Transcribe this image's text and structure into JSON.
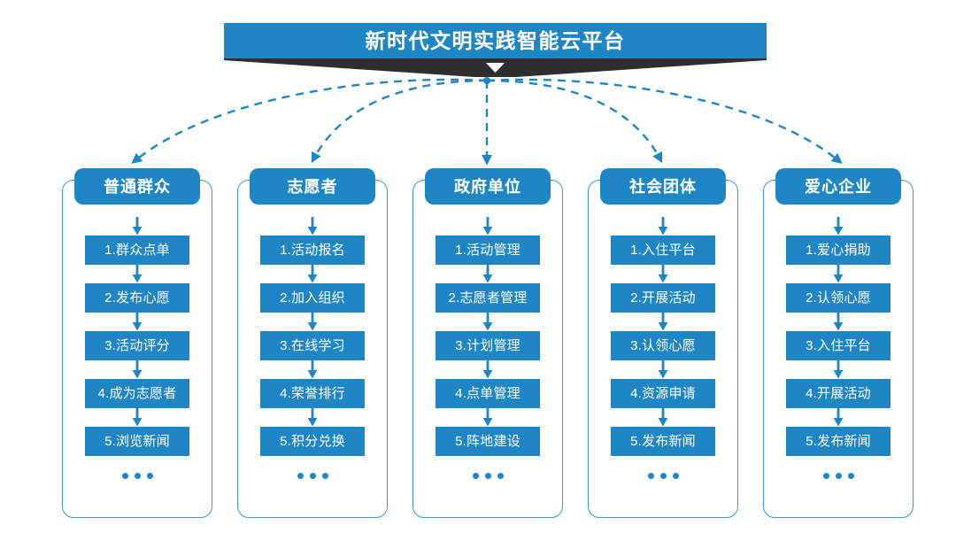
{
  "title": {
    "text": "新时代文明实践智能云平台"
  },
  "colors": {
    "primary_blue": "#1f86c6",
    "border_blue": "#3a9ad4",
    "ribbon_dark": "#2e2e2e",
    "background": "#ffffff",
    "text_on_blue": "#ffffff"
  },
  "ellipsis": {
    "label": "..."
  },
  "columns": [
    {
      "header": "普通群众",
      "items": [
        "1.群众点单",
        "2.发布心愿",
        "3.活动评分",
        "4.成为志愿者",
        "5.浏览新闻"
      ]
    },
    {
      "header": "志愿者",
      "items": [
        "1.活动报名",
        "2.加入组织",
        "3.在线学习",
        "4.荣誉排行",
        "5.积分兑换"
      ]
    },
    {
      "header": "政府单位",
      "items": [
        "1.活动管理",
        "2.志愿者管理",
        "3.计划管理",
        "4.点单管理",
        "5.阵地建设"
      ]
    },
    {
      "header": "社会团体",
      "items": [
        "1.入住平台",
        "2.开展活动",
        "3.认领心愿",
        "4.资源申请",
        "5.发布新闻"
      ]
    },
    {
      "header": "爱心企业",
      "items": [
        "1.爱心捐助",
        "2.认领心愿",
        "3.入住平台",
        "4.开展活动",
        "5.发布新闻"
      ]
    }
  ]
}
